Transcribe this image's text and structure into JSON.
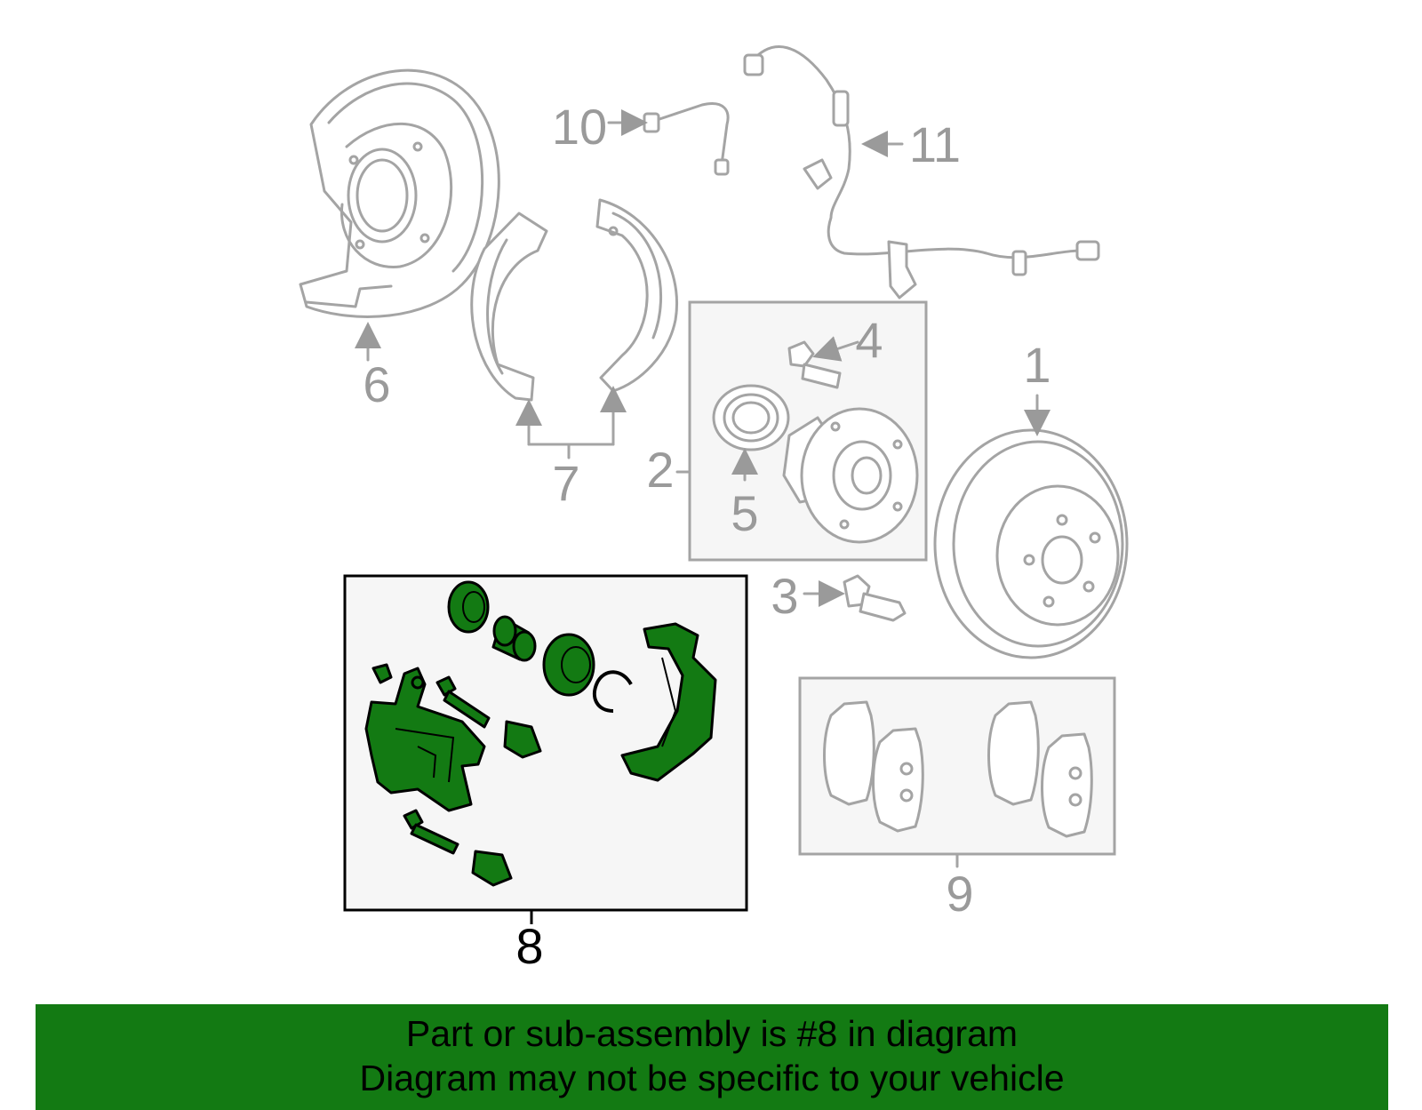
{
  "diagram": {
    "callouts": {
      "p1": "1",
      "p2": "2",
      "p3": "3",
      "p4": "4",
      "p5": "5",
      "p6": "6",
      "p7": "7",
      "p8": "8",
      "p9": "9",
      "p10": "10",
      "p11": "11"
    },
    "highlighted_part": "8",
    "colors": {
      "highlight": "#137a13",
      "part_outline": "#a4a4a4",
      "highlight_box_fill": "#f6f6f6",
      "banner": "#137a13"
    }
  },
  "banner": {
    "line1": "Part or sub-assembly is #8 in diagram",
    "line2": "Diagram may not be specific to your vehicle"
  }
}
